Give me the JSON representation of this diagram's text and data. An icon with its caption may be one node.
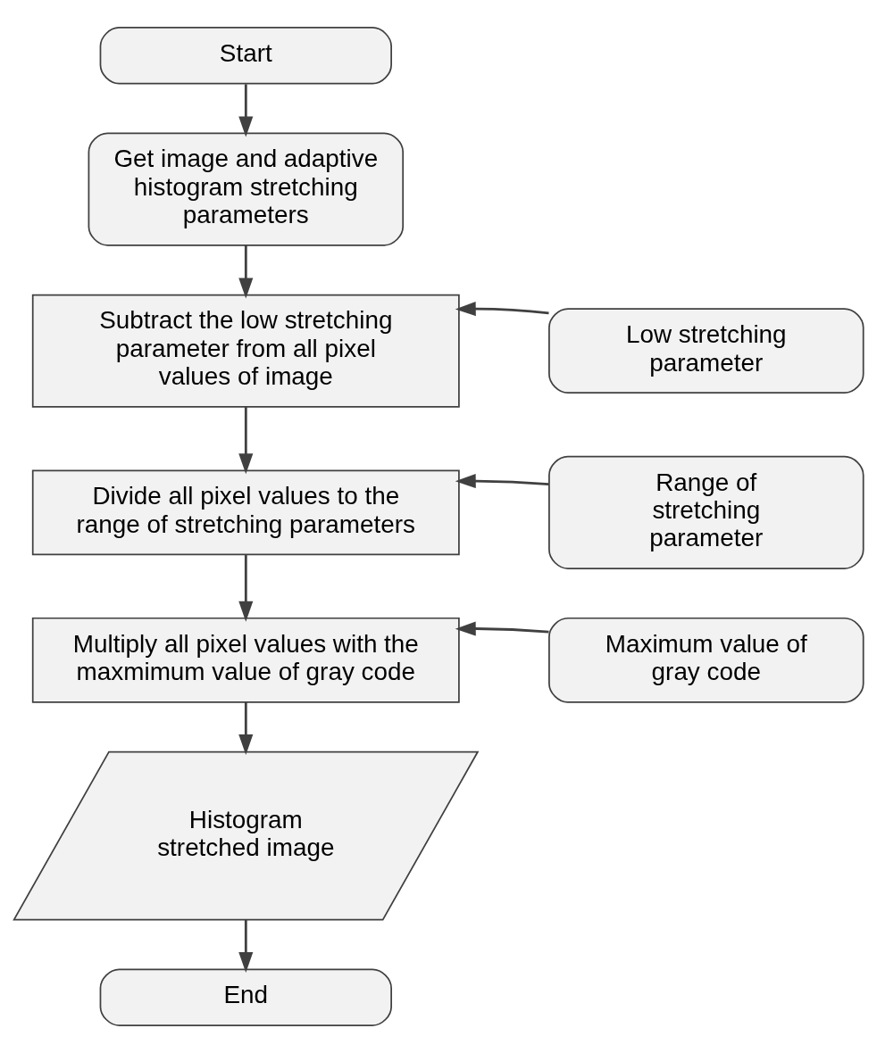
{
  "diagram": {
    "nodes": [
      {
        "text": [
          "Start"
        ]
      },
      {
        "text": [
          "Get image and adaptive histogram stretching parameters"
        ]
      },
      {
        "text": [
          "Subtract the low stretching parameter from all pixel values of image"
        ]
      },
      {
        "text": [
          "Low stretching parameter"
        ]
      },
      {
        "text": [
          "Divide all pixel values to the range of stretching parameters"
        ]
      },
      {
        "text": [
          "Range of stretching parameter"
        ]
      },
      {
        "text": [
          "Multiply all pixel values with the maxmimum value of gray code"
        ]
      },
      {
        "text": [
          "Maximum value of gray code"
        ]
      },
      {
        "text": [
          "Histogram stretched image"
        ]
      },
      {
        "text": [
          "End"
        ]
      }
    ],
    "edges": [
      {
        "from": 0,
        "to": 1,
        "arrow": "to"
      },
      {
        "from": 1,
        "to": 2,
        "arrow": "to"
      },
      {
        "from": 3,
        "to": 2,
        "arrow": "to"
      },
      {
        "from": 2,
        "to": 4,
        "arrow": "to"
      },
      {
        "from": 5,
        "to": 4,
        "arrow": "to"
      },
      {
        "from": 4,
        "to": 6,
        "arrow": "to"
      },
      {
        "from": 7,
        "to": 6,
        "arrow": "to"
      },
      {
        "from": 6,
        "to": 8,
        "arrow": "to"
      },
      {
        "from": 8,
        "to": 9,
        "arrow": "to"
      }
    ]
  }
}
